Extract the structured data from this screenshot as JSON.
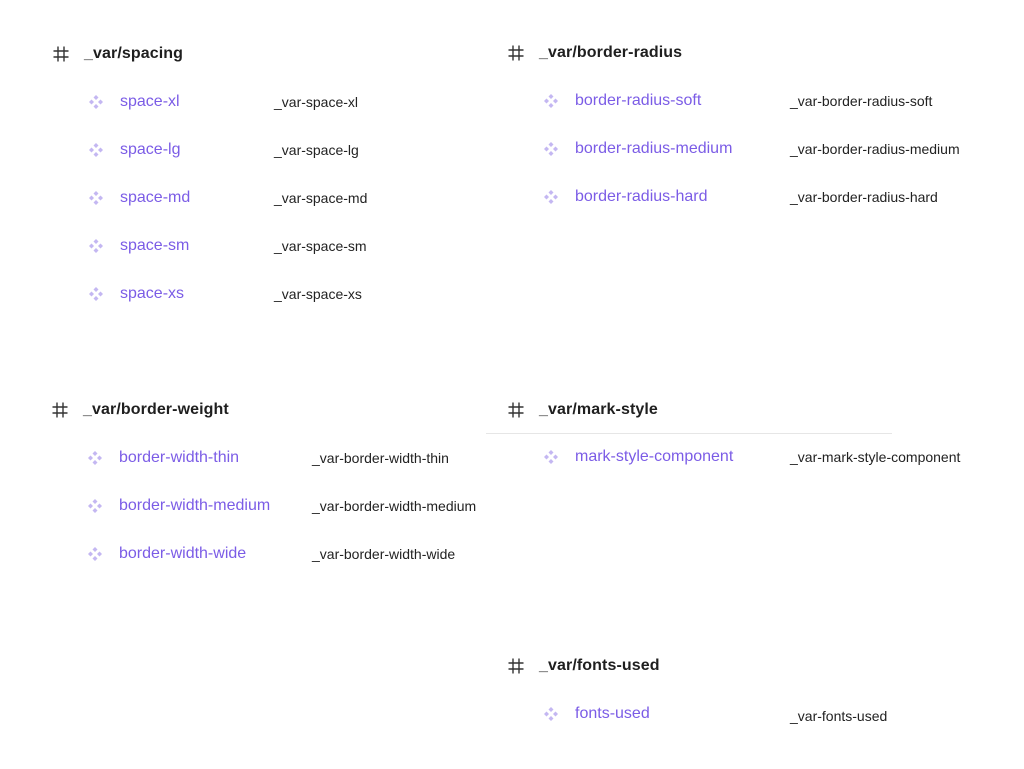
{
  "groups": [
    {
      "id": "spacing",
      "title": "_var/spacing",
      "items": [
        {
          "name": "space-xl",
          "variable": "_var-space-xl"
        },
        {
          "name": "space-lg",
          "variable": "_var-space-lg"
        },
        {
          "name": "space-md",
          "variable": "_var-space-md"
        },
        {
          "name": "space-sm",
          "variable": "_var-space-sm"
        },
        {
          "name": "space-xs",
          "variable": "_var-space-xs"
        }
      ]
    },
    {
      "id": "border-radius",
      "title": "_var/border-radius",
      "items": [
        {
          "name": "border-radius-soft",
          "variable": "_var-border-radius-soft"
        },
        {
          "name": "border-radius-medium",
          "variable": "_var-border-radius-medium"
        },
        {
          "name": "border-radius-hard",
          "variable": "_var-border-radius-hard"
        }
      ]
    },
    {
      "id": "border-weight",
      "title": "_var/border-weight",
      "items": [
        {
          "name": "border-width-thin",
          "variable": "_var-border-width-thin"
        },
        {
          "name": "border-width-medium",
          "variable": "_var-border-width-medium"
        },
        {
          "name": "border-width-wide",
          "variable": "_var-border-width-wide"
        }
      ]
    },
    {
      "id": "mark-style",
      "title": "_var/mark-style",
      "items": [
        {
          "name": "mark-style-component",
          "variable": "_var-mark-style-component"
        }
      ]
    },
    {
      "id": "fonts-used",
      "title": "_var/fonts-used",
      "items": [
        {
          "name": "fonts-used",
          "variable": "_var-fonts-used"
        }
      ]
    }
  ],
  "icons": {
    "group": "frame-hash-icon",
    "item": "component-instance-icon"
  },
  "colors": {
    "component_name": "#7b5ce6",
    "component_icon": "#c4b7f2",
    "title": "#1f1f1f",
    "variable_text": "#222222"
  }
}
